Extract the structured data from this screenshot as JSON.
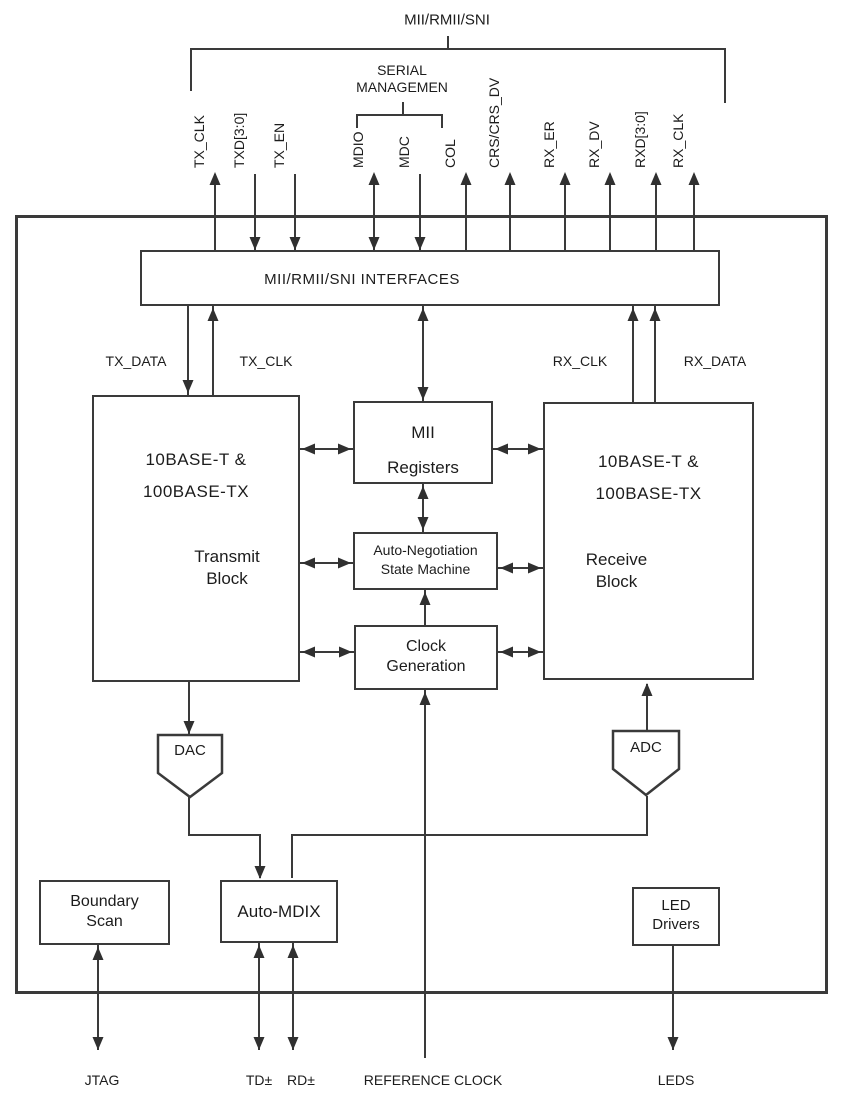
{
  "colors": {
    "line": "#3a3a3a",
    "text": "#1c1c1c",
    "background": "#ffffff"
  },
  "title": "MII/RMII/SNI",
  "serial_management": {
    "line1": "SERIAL",
    "line2": "MANAGEMEN"
  },
  "top_signals": [
    {
      "label": "TX_CLK",
      "direction": "output"
    },
    {
      "label": "TXD[3:0]",
      "direction": "input"
    },
    {
      "label": "TX_EN",
      "direction": "input"
    },
    {
      "label": "MDIO",
      "direction": "bidirectional"
    },
    {
      "label": "MDC",
      "direction": "input"
    },
    {
      "label": "COL",
      "direction": "output"
    },
    {
      "label": "CRS/CRS_DV",
      "direction": "output"
    },
    {
      "label": "RX_ER",
      "direction": "output"
    },
    {
      "label": "RX_DV",
      "direction": "output"
    },
    {
      "label": "RXD[3:0]",
      "direction": "output"
    },
    {
      "label": "RX_CLK",
      "direction": "output"
    }
  ],
  "internal_signals": {
    "tx_data": "TX_DATA",
    "tx_clk": "TX_CLK",
    "rx_clk": "RX_CLK",
    "rx_data": "RX_DATA"
  },
  "blocks": {
    "interfaces": {
      "label": "MII/RMII/SNI INTERFACES"
    },
    "transmit": {
      "line1": "10BASE-T &",
      "line2": "100BASE-TX",
      "line3": "Transmit",
      "line4": "Block"
    },
    "receive": {
      "line1": "10BASE-T &",
      "line2": "100BASE-TX",
      "line3": "Receive",
      "line4": "Block"
    },
    "mii_registers": {
      "line1": "MII",
      "line2": "Registers"
    },
    "auto_negotiation": {
      "line1": "Auto-Negotiation",
      "line2": "State Machine"
    },
    "clock_generation": {
      "line1": "Clock",
      "line2": "Generation"
    },
    "dac": {
      "label": "DAC"
    },
    "adc": {
      "label": "ADC"
    },
    "boundary_scan": {
      "line1": "Boundary",
      "line2": "Scan"
    },
    "auto_mdix": {
      "label": "Auto-MDIX"
    },
    "led_drivers": {
      "line1": "LED",
      "line2": "Drivers"
    }
  },
  "external_pins": {
    "jtag": "JTAG",
    "td": "TD±",
    "rd": "RD±",
    "reference_clock": "REFERENCE CLOCK",
    "leds": "LEDS"
  }
}
